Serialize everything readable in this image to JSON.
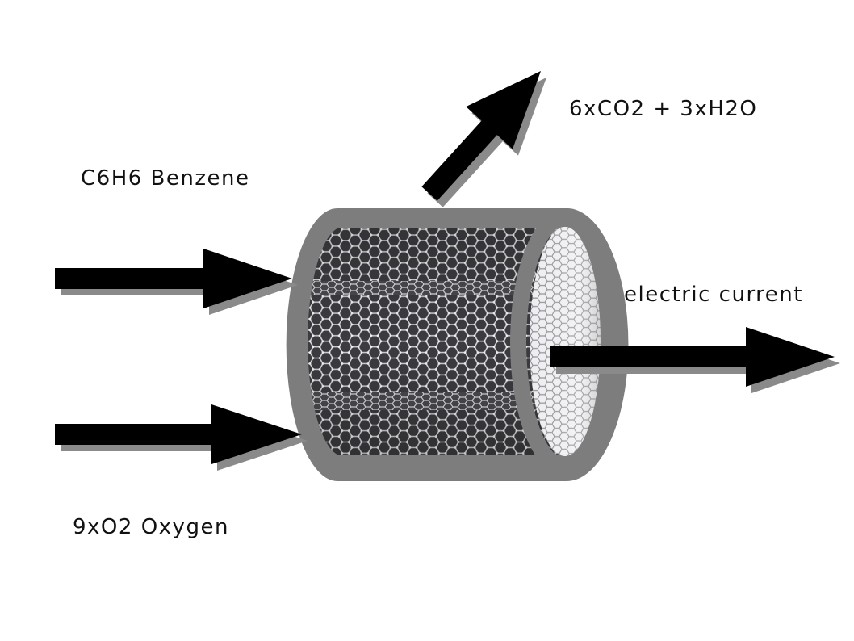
{
  "labels": {
    "benzene": "C6H6 Benzene",
    "oxygen": "9xO2 Oxygen",
    "exhaust": "6xCO2 + 3xH2O",
    "current": "electric current"
  },
  "colors": {
    "arrow": "#000000",
    "arrow_shadow": "#8a8a8a",
    "cylinder_wall": "#7d7d7d",
    "lattice_dark": "#3a3a3e",
    "lattice_light": "#e6e6ea",
    "background": "#ffffff"
  },
  "icons": {
    "cylinder": "graphene-tube",
    "arrows": "arrow-right"
  }
}
